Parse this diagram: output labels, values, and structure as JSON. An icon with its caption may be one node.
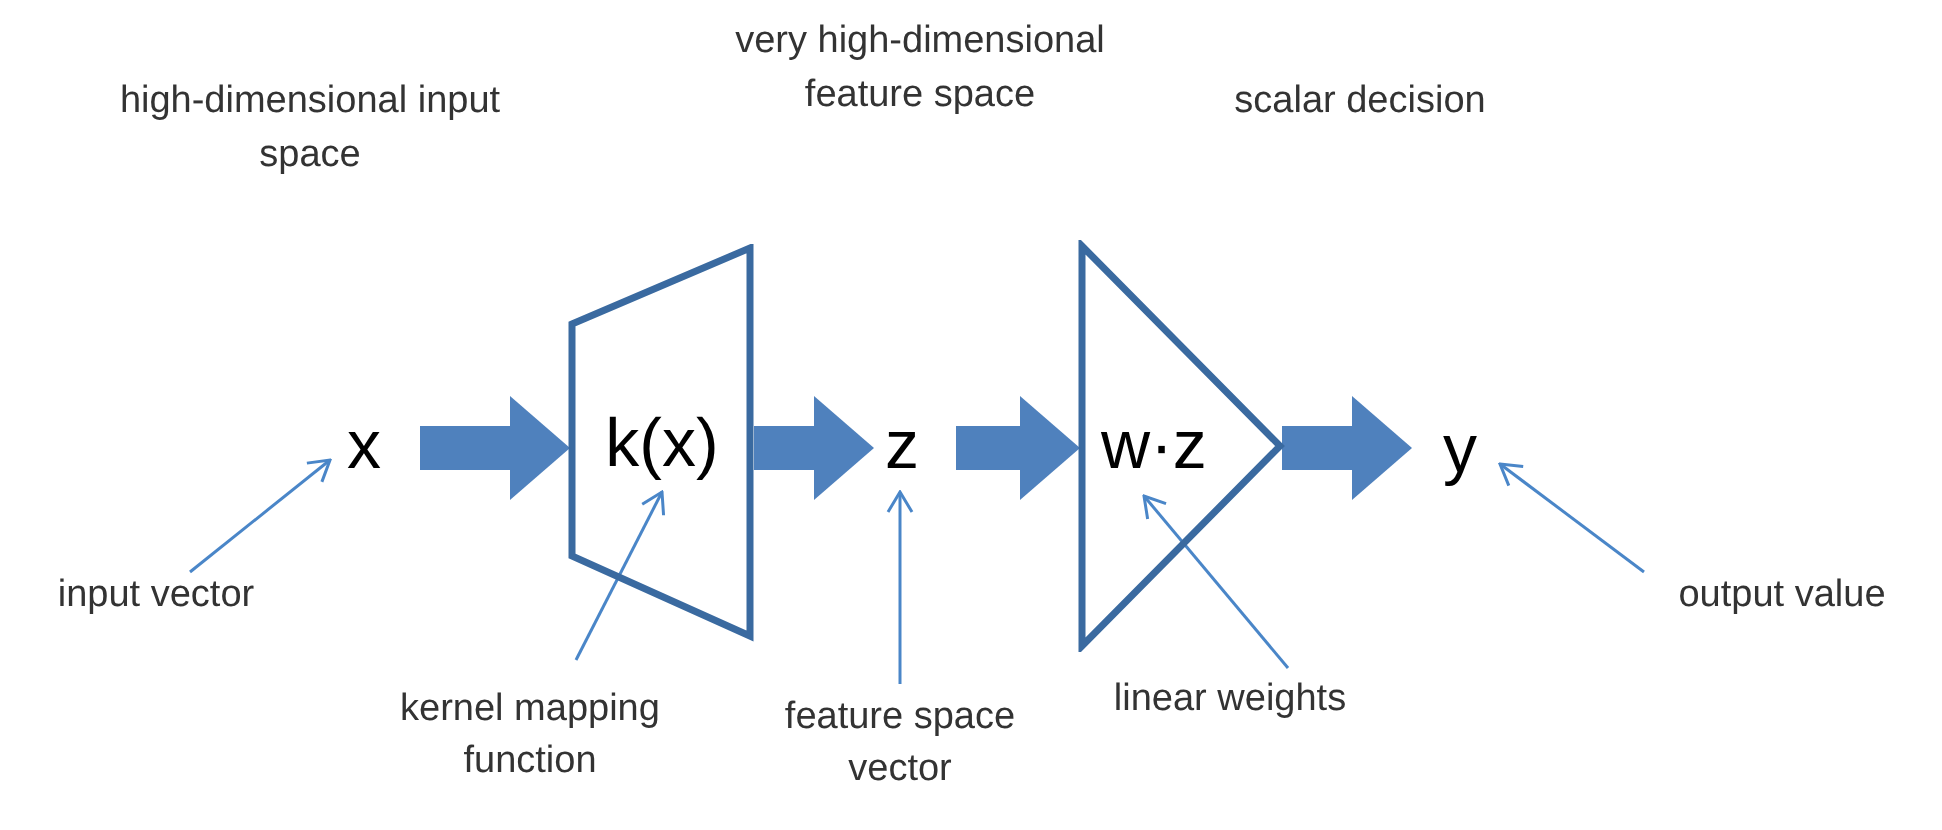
{
  "diagram": {
    "nodes": [
      {
        "text": [
          "x"
        ]
      },
      {
        "text": [
          "k(x)"
        ]
      },
      {
        "text": [
          "z"
        ]
      },
      {
        "text": [
          "w·z"
        ]
      },
      {
        "text": [
          "y"
        ]
      },
      {
        "text": [
          "input vector"
        ]
      },
      {
        "text": [
          "kernel mapping function"
        ]
      },
      {
        "text": [
          "feature space vector"
        ]
      },
      {
        "text": [
          "linear weights"
        ]
      },
      {
        "text": [
          "output value"
        ]
      }
    ],
    "edges": [
      {
        "from": 0,
        "to": 1,
        "arrow": "to",
        "style": "thick",
        "color": "#4f81bd"
      },
      {
        "from": 1,
        "to": 2,
        "arrow": "to",
        "style": "thick",
        "color": "#4f81bd"
      },
      {
        "from": 2,
        "to": 3,
        "arrow": "to",
        "style": "thick",
        "color": "#4f81bd"
      },
      {
        "from": 3,
        "to": 4,
        "arrow": "to",
        "style": "thick",
        "color": "#4f81bd"
      },
      {
        "from": 5,
        "to": 0,
        "arrow": "to"
      },
      {
        "from": 6,
        "to": 1,
        "arrow": "to"
      },
      {
        "from": 7,
        "to": 2,
        "arrow": "to"
      },
      {
        "from": 8,
        "to": 3,
        "arrow": "to"
      },
      {
        "from": 9,
        "to": 4,
        "arrow": "to"
      }
    ],
    "labels": [
      "high-dimensional input space",
      "very high-dimensional feature space",
      "scalar decision"
    ]
  }
}
